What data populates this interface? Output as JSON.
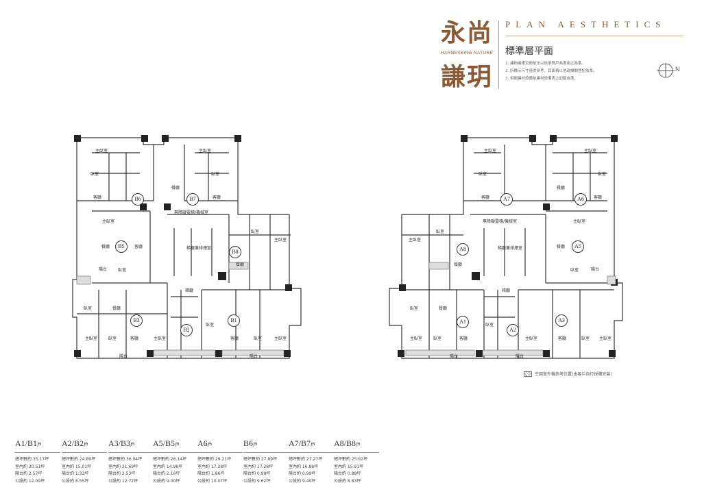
{
  "header": {
    "logo_top": "永尚",
    "logo_sub": "HARNESSING NATURE",
    "logo_bottom": "謙玥",
    "brand_en": "PLAN AESTHETICS",
    "plan_title": "標準層平面",
    "notes": [
      "1. 建物機車空間依法以該承買戶為專用之為準。",
      "2. 所標示尺寸僅供參考，其面積以地政機關登記為準。",
      "3. 相關建材設備依建材設備表之記載為準。"
    ],
    "north_label": "N"
  },
  "plans": [
    {
      "side": "left",
      "units": [
        "B6",
        "B7",
        "B5",
        "B8",
        "B3",
        "B2",
        "B1"
      ],
      "labels": {
        "master_bed": "主臥室",
        "bed": "臥室",
        "living": "客廳",
        "dining": "餐廳",
        "balcony": "陽台",
        "core": "梯廳",
        "stair": "梯廳兼排煙室",
        "mech": "無障礙電梯/機械室"
      }
    },
    {
      "side": "right",
      "units": [
        "A7",
        "A6",
        "A8",
        "A5",
        "A1",
        "A2",
        "A3"
      ],
      "labels": {
        "master_bed": "主臥室",
        "bed": "臥室",
        "living": "客廳",
        "dining": "餐廳",
        "balcony": "陽台",
        "core": "梯廳",
        "stair": "梯廳兼排煙室",
        "mech": "無障礙電梯/機械室"
      }
    }
  ],
  "legend": {
    "text": "空調室外機參考位置(由客戶自行採購安裝)"
  },
  "stats": [
    {
      "title": "A1/B1",
      "suffix": "戶",
      "rows": [
        "總坪數約 35.17坪",
        "室內約 20.51坪",
        "陽台約 2.57坪",
        "公設約 12.09坪"
      ]
    },
    {
      "title": "A2/B2",
      "suffix": "戶",
      "rows": [
        "總坪數約 24.89坪",
        "室內約 15.01坪",
        "陽台約 1.33坪",
        "公設約 8.55坪"
      ]
    },
    {
      "title": "A3/B3",
      "suffix": "戶",
      "rows": [
        "總坪數約 36.94坪",
        "室內約 21.69坪",
        "陽台約 2.53坪",
        "公設約 12.72坪"
      ]
    },
    {
      "title": "A5/B5",
      "suffix": "戶",
      "rows": [
        "總坪數約 26.14坪",
        "室內約 14.98坪",
        "陽台約 2.16坪",
        "公設約 9.00坪"
      ]
    },
    {
      "title": "A6",
      "suffix": "戶",
      "rows": [
        "總坪數約 29.21坪",
        "室內約 17.28坪",
        "陽台約 1.86坪",
        "公設約 10.07坪"
      ]
    },
    {
      "title": "B6",
      "suffix": "戶",
      "rows": [
        "總坪數約 27.89坪",
        "室內約 17.28坪",
        "陽台約 0.99坪",
        "公設約 9.62坪"
      ]
    },
    {
      "title": "A7/B7",
      "suffix": "戶",
      "rows": [
        "總坪數約 27.27坪",
        "室內約 16.88坪",
        "陽台約 0.99坪",
        "公設約 9.40坪"
      ]
    },
    {
      "title": "A8/B8",
      "suffix": "戶",
      "rows": [
        "總坪數約 25.62坪",
        "室內約 15.91坪",
        "陽台約 0.88坪",
        "公設約 8.83坪"
      ]
    }
  ]
}
